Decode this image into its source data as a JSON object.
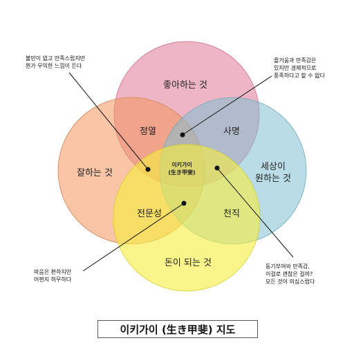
{
  "colors": {
    "top": "#e07a93",
    "left": "#f2955f",
    "right": "#82bfd3",
    "bottom": "#f6ef3c"
  },
  "circles": {
    "top": "좋아하는 것",
    "left": "잘하는 것",
    "right_line1": "세상이",
    "right_line2": "원하는 것",
    "bottom": "돈이 되는 것"
  },
  "overlaps": {
    "passion": "정열",
    "mission": "사명",
    "profession": "전문성",
    "vocation": "천직"
  },
  "center": {
    "line1": "이키가이",
    "line2": "(生き甲斐)"
  },
  "notes": {
    "top_left": [
      "불만이 없고 만족스럽지만",
      "뭔가 무익한 느낌이 든다"
    ],
    "top_right": [
      "즐거움과 만족감은",
      "있지만 경제적으로",
      "풍족하다고 할 수 없다"
    ],
    "bottom_left": [
      "마음은 편하지만",
      "어쩐지 허무하다"
    ],
    "bottom_right": [
      "동기부여와 만족감,",
      "이걸로 괜찮은 걸까?",
      "모든 것이 의심스럽다"
    ]
  },
  "title": "이키가이 (生き甲斐) 지도"
}
